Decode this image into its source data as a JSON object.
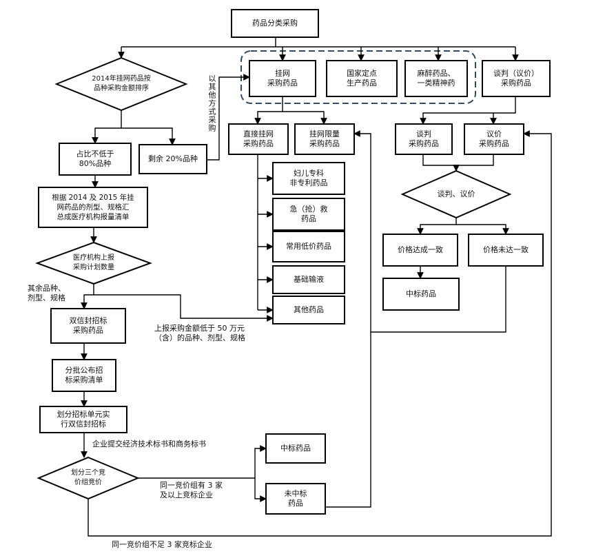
{
  "nodes": {
    "root": "药品分类采购",
    "net_purchase": "挂网\n采购药品",
    "state_fixed": "国家定点\n生产药品",
    "anesthetic": "麻醉药品、\n一类精神药",
    "negotiation_purchase": "谈判（议价）\n采购药品",
    "sort_2014": "2014年挂网药品按\n品种采购金额排序",
    "top_80": "占比不低于\n80%品种",
    "remaining_20": "剩余 20%品种",
    "summary_list": "根据 2014 及 2015 年挂\n网药品的剂型、规格汇\n总成医疗机构报量清单",
    "report_quantity": "医疗机构上报\n采购计划数量",
    "double_envelope": "双信封招标\n采购药品",
    "batch_publish": "分批公布招\n标采购清单",
    "divide_units": "划分招标单元实\n行双信封招标",
    "three_groups": "划分三个竞\n价组竞价",
    "direct_net": "直接挂网\n采购药品",
    "net_limit": "挂网限量\n采购药品",
    "women_children": "妇儿专科\n非专利药品",
    "emergency": "急（抢）救\n药品",
    "low_price": "常用低价药品",
    "infusion": "基础输液",
    "other_drugs": "其他药品",
    "talk": "谈判\n采购药品",
    "bargain": "议价\n采购药品",
    "talk_bargain": "谈判、议价",
    "price_agreed": "价格达成一致",
    "price_not_agreed": "价格未达一致",
    "winning_right": "中标药品",
    "winning_bottom": "中标药品",
    "not_winning": "未中标\n药品"
  },
  "labels": {
    "other_method": "以其他方式采购",
    "other_specs": "其余品种、\n剂型、规格",
    "under_50": "上报采购金额低于 50 万元\n（含）的品种、剂型、规格",
    "submit_bids": "企业提交经济技术标书和商务标书",
    "three_plus": "同一竞价组有 3 家\n及以上竞标企业",
    "less_than_3": "同一竞价组不足 3 家竞标企业"
  }
}
